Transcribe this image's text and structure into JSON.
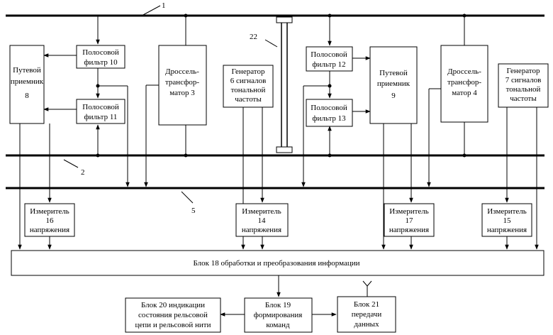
{
  "blocks": {
    "bandpass_filter_10": [
      "Полосовой",
      "фильтр  10"
    ],
    "bandpass_filter_11": [
      "Полосовой",
      "фильтр 11"
    ],
    "bandpass_filter_12": [
      "Полосовой",
      "фильтр  12"
    ],
    "bandpass_filter_13": [
      "Полосовой",
      "фильтр  13"
    ],
    "track_receiver_8": [
      "Путевой",
      "приемник",
      "8"
    ],
    "track_receiver_9": [
      "Путевой",
      "приемник",
      "9"
    ],
    "choke_transformer_3": [
      "Дроссель-",
      "трансфор-",
      "матор 3"
    ],
    "choke_transformer_4": [
      "Дроссель-",
      "трансфор-",
      "матор 4"
    ],
    "generator_6": [
      "Генератор",
      "6 сигналов",
      "тональной",
      "частоты"
    ],
    "generator_7": [
      "Генератор",
      "7 сигналов",
      "тональной",
      "частоты"
    ],
    "voltmeter_16": [
      "Измеритель",
      "16",
      "напряжения"
    ],
    "voltmeter_14": [
      "Измеритель",
      "14",
      "напряжения"
    ],
    "voltmeter_17": [
      "Измеритель",
      "17",
      "напряжения"
    ],
    "voltmeter_15": [
      "Измеритель",
      "15",
      "напряжения"
    ],
    "block_18": [
      "Блок 18 обработки и преобразования информации"
    ],
    "block_20": [
      "Блок 20  индикации",
      "состояния рельсовой",
      "цепи и рельсовой нити"
    ],
    "block_19": [
      "Блок 19",
      "формирования",
      "команд"
    ],
    "block_21": [
      "Блок 21",
      "передачи",
      "данных"
    ]
  },
  "callouts": {
    "rail_1": "1",
    "rail_2": "2",
    "bus_5": "5",
    "joint_22": "22"
  }
}
